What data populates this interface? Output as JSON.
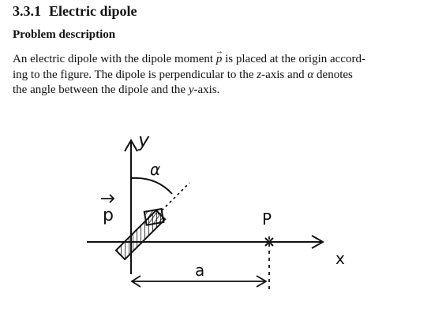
{
  "heading": {
    "number": "3.3.1",
    "title": "Electric dipole"
  },
  "subheading": "Problem description",
  "paragraph": {
    "line1_a": "An electric dipole with the dipole moment ",
    "line1_p": "p",
    "line1_b": " is placed at the origin accord-",
    "line2_a": "ing to the figure.  The dipole is perpendicular to the ",
    "line2_z": "z",
    "line2_b": "-axis and ",
    "line2_alpha": "α",
    "line2_c": " denotes",
    "line3_a": "the angle between the dipole and the ",
    "line3_y": "y",
    "line3_b": "-axis."
  },
  "figure": {
    "axis_y_label": "y",
    "axis_x_label": "x",
    "angle_label": "α",
    "dipole_label": "p",
    "point_label": "P",
    "distance_label": "a"
  }
}
